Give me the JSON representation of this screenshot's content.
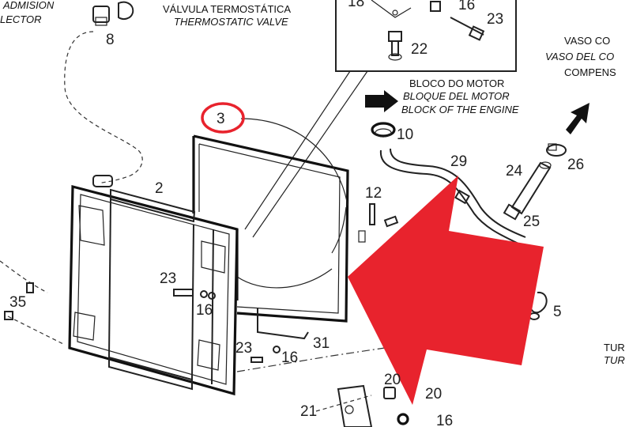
{
  "colors": {
    "callout": "#e8232d",
    "line": "#222222",
    "background": "#ffffff"
  },
  "captions": {
    "top_left_1": "ADMISION",
    "top_left_2": "LECTOR",
    "thermostat_pt": "VÁLVULA TERMOSTÁTICA",
    "thermostat_en": "THERMOSTATIC VALVE",
    "vaso_1": "VASO CO",
    "vaso_2": "VASO DEL CO",
    "vaso_3": "COMPENS",
    "engine_pt": "BLOCO DO MOTOR",
    "engine_es": "BLOQUE DEL MOTOR",
    "engine_en": "BLOCK OF THE ENGINE",
    "tur_1": "TUR",
    "tur_2": "TUR"
  },
  "parts": {
    "p8": "8",
    "p22": "22",
    "p16_top": "16",
    "p23_top": "23",
    "p18": "18",
    "p3": "3",
    "p10": "10",
    "p2": "2",
    "p29": "29",
    "p24": "24",
    "p26": "26",
    "p12": "12",
    "p25": "25",
    "p23_mid": "23",
    "p16_mid": "16",
    "p35": "35",
    "p5": "5",
    "p23_low": "23",
    "p16_low": "16",
    "p31": "31",
    "p20_a": "20",
    "p20_b": "20",
    "p21": "21",
    "p16_bottom": "16"
  },
  "annotations": {
    "highlight_circle_target": "3",
    "arrow": "red-pointer-arrow"
  }
}
